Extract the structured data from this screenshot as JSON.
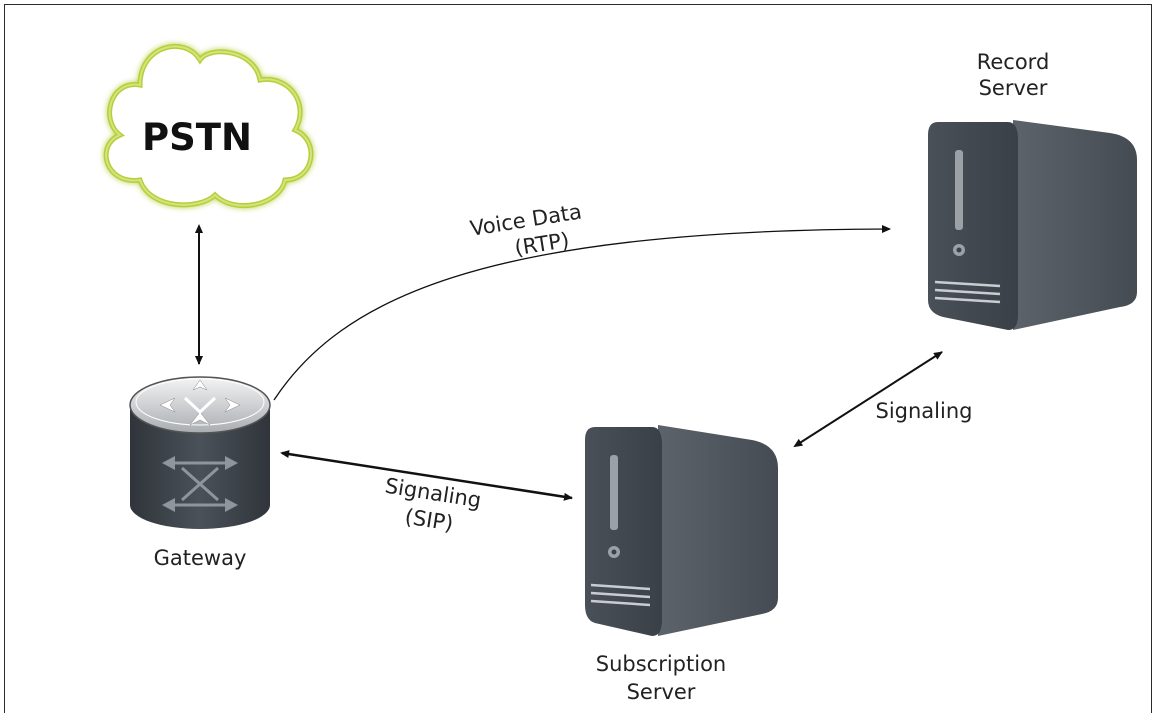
{
  "diagram": {
    "nodes": {
      "pstn": {
        "label": "PSTN"
      },
      "gateway": {
        "label": "Gateway"
      },
      "record_server": {
        "label_line1": "Record",
        "label_line2": "Server"
      },
      "subscription_server": {
        "label_line1": "Subscription",
        "label_line2": "Server"
      }
    },
    "edges": {
      "voice_data": {
        "label_line1": "Voice Data",
        "label_line2": "(RTP)"
      },
      "signaling_sip": {
        "label_line1": "Signaling",
        "label_line2": "(SIP)"
      },
      "signaling": {
        "label": "Signaling"
      }
    },
    "colors": {
      "cloud_outline": "#b5cf3a",
      "server_body": "#3d434a",
      "server_dark": "#2c3136",
      "router_body": "#3e444b",
      "arrow": "#111111"
    },
    "icons": {
      "pstn": "cloud-icon",
      "gateway": "router-icon",
      "record_server": "server-tower-icon",
      "subscription_server": "server-tower-icon"
    }
  }
}
